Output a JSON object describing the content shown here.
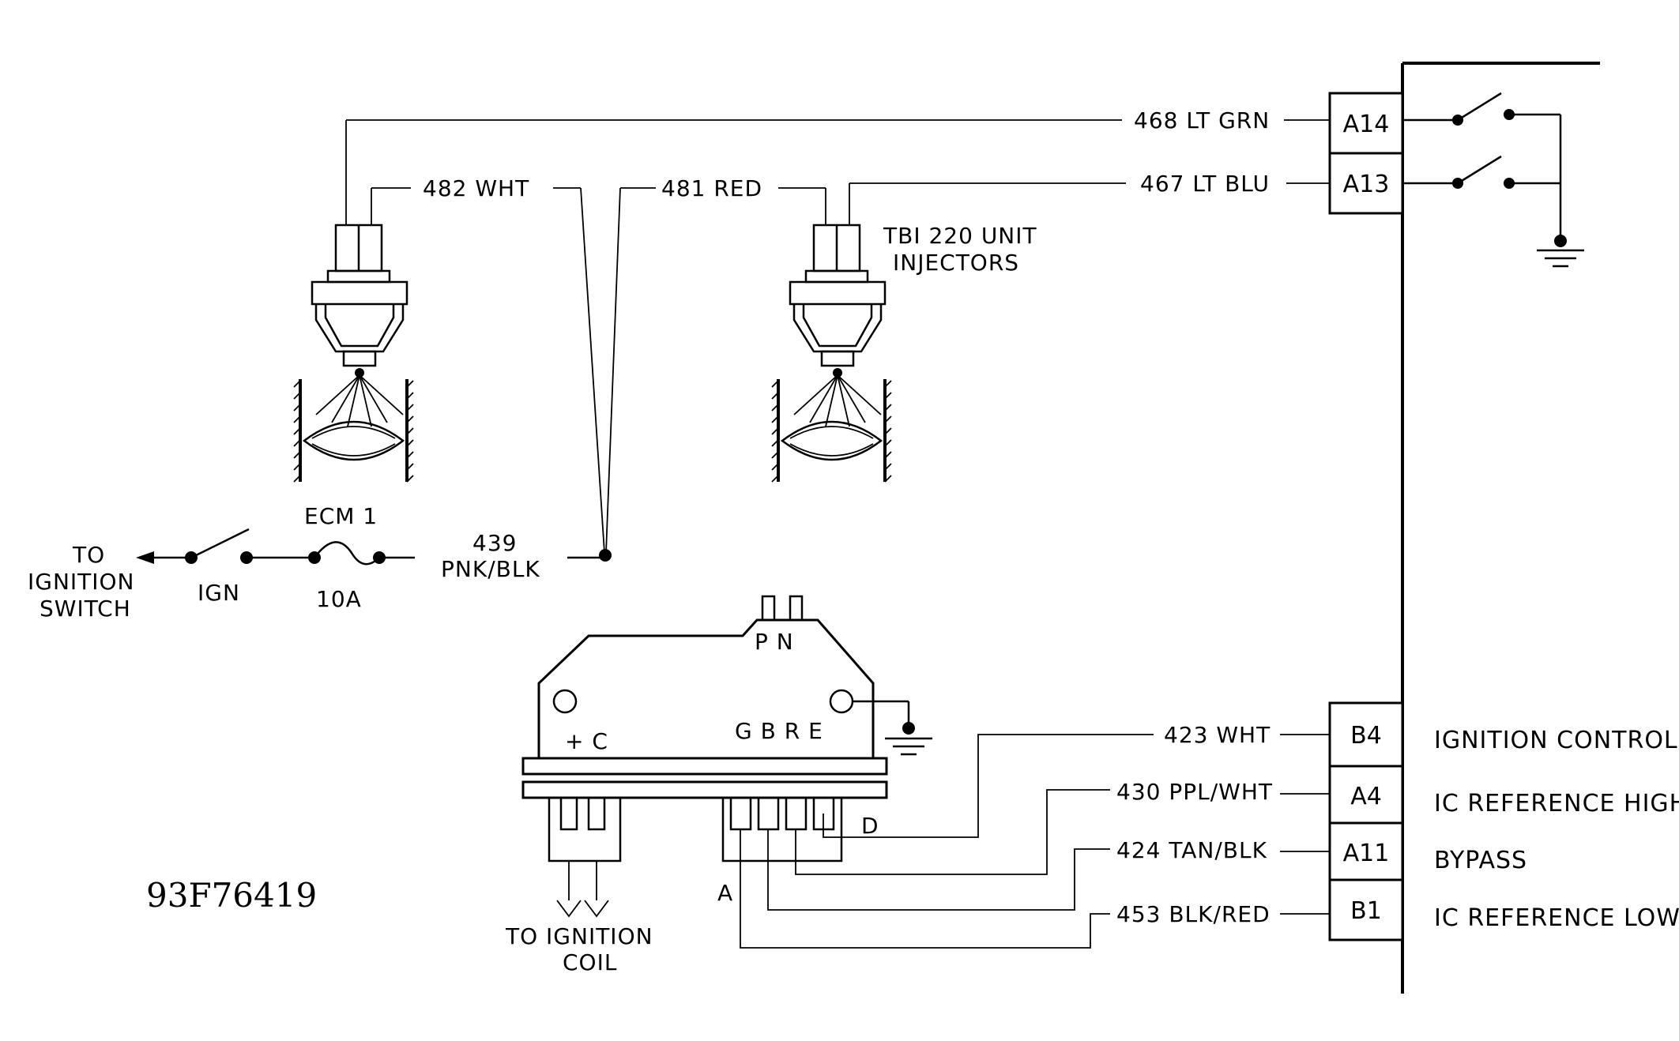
{
  "figure_code": "93F76419",
  "ecm": {
    "pins": [
      {
        "id": "a14",
        "label": "A14",
        "wire": "468  LT GRN",
        "signal": ""
      },
      {
        "id": "a13",
        "label": "A13",
        "wire": "467  LT BLU",
        "signal": ""
      },
      {
        "id": "b4",
        "label": "B4",
        "wire": "423 WHT",
        "signal": "IGNITION CONTROL"
      },
      {
        "id": "a4",
        "label": "A4",
        "wire": "430 PPL/WHT",
        "signal": "IC REFERENCE HIGH"
      },
      {
        "id": "a11",
        "label": "A11",
        "wire": "424 TAN/BLK",
        "signal": "BYPASS"
      },
      {
        "id": "b1",
        "label": "B1",
        "wire": "453 BLK/RED",
        "signal": "IC REFERENCE LOW"
      }
    ]
  },
  "injectors": {
    "wire_left": "482  WHT",
    "wire_right": "481  RED",
    "label_line1": "TBI 220 UNIT",
    "label_line2": "INJECTORS"
  },
  "power": {
    "fuse_name": "ECM 1",
    "fuse_rating": "10A",
    "switch_label": "IGN",
    "to_line1": "TO",
    "to_line2": "IGNITION",
    "to_line3": "SWITCH",
    "wire_number": "439",
    "wire_color": "PNK/BLK"
  },
  "module": {
    "top_pins": "P N",
    "left_pins": "+ C",
    "right_pins": "G B R E",
    "pin_d": "D",
    "pin_a": "A",
    "coil_line1": "TO  IGNITION",
    "coil_line2": "COIL"
  }
}
